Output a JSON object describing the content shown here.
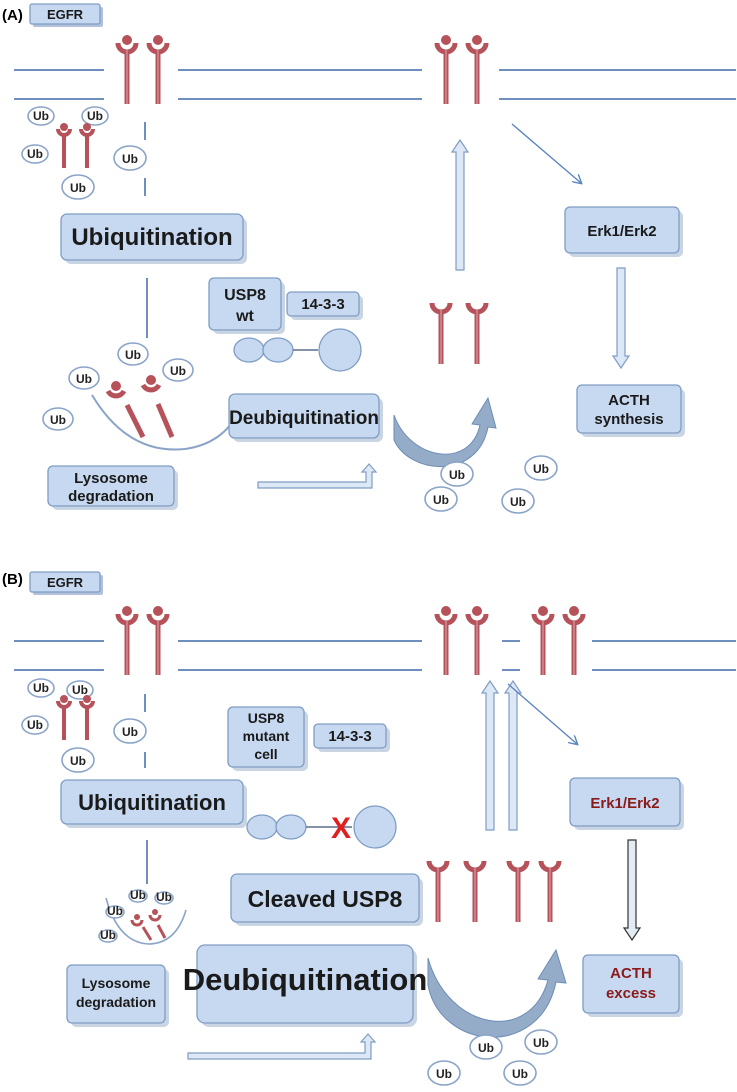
{
  "panel_a": {
    "panel_label": "(A)",
    "legend_label": "EGFR",
    "ubiquitination": "Ubiquitination",
    "usp8_line1": "USP8",
    "usp8_line2": "wt",
    "protein_1433": "14-3-3",
    "deubiquitination": "Deubiquitination",
    "lysosome_line1": "Lysosome",
    "lysosome_line2": "degradation",
    "erk": "Erk1/Erk2",
    "acth_line1": "ACTH",
    "acth_line2": "synthesis",
    "ub": "Ub"
  },
  "panel_b": {
    "panel_label": "(B)",
    "legend_label": "EGFR",
    "ubiquitination": "Ubiquitination",
    "usp8_line1": "USP8",
    "usp8_line2": "mutant",
    "usp8_line3": "cell",
    "protein_1433": "14-3-3",
    "blocked_mark": "X",
    "cleaved": "Cleaved USP8",
    "deubiquitination": "Deubiquitination",
    "lysosome_line1": "Lysosome",
    "lysosome_line2": "degradation",
    "erk": "Erk1/Erk2",
    "acth_line1": "ACTH",
    "acth_line2": "excess",
    "ub": "Ub"
  },
  "colors": {
    "box_fill": "#c6d9f1",
    "receptor": "#b5525a",
    "membrane": "#6f8fbf",
    "arrow": "#5b86c0",
    "block_mark": "#e02020",
    "excess_text": "#8b1a1a"
  }
}
